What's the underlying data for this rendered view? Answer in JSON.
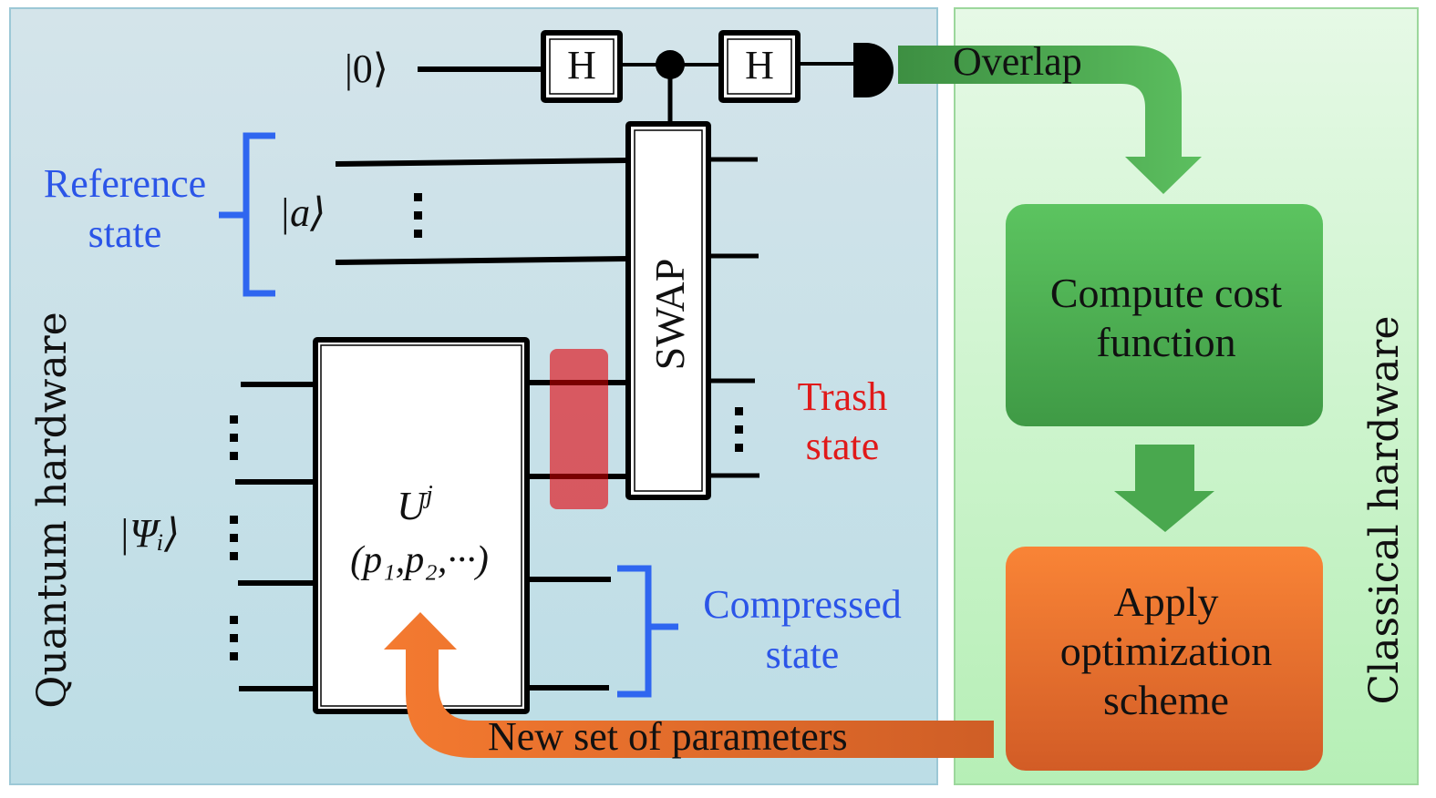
{
  "panels": {
    "quantum": {
      "label": "Quantum hardware",
      "bg_top": "#d3e4ea",
      "bg_bottom": "#bcdde6",
      "border": "#9cc8d6"
    },
    "classical": {
      "label": "Classical hardware",
      "bg_top": "#e6f9e6",
      "bg_bottom": "#b8f0b8",
      "border": "#9cd79c"
    }
  },
  "circuit": {
    "ancilla_label": "|0⟩",
    "gates": {
      "h1": "H",
      "h2": "H",
      "swap": "SWAP"
    },
    "reference_ket": "|a⟩",
    "input_ket": "|Ψᵢ⟩",
    "unitary": {
      "name": "U",
      "superscript": "j",
      "params": "(p₁,p₂,···)"
    }
  },
  "annotations": {
    "reference_state": [
      "Reference",
      "state"
    ],
    "trash_state": [
      "Trash",
      "state"
    ],
    "compressed_state": [
      "Compressed",
      "state"
    ]
  },
  "flow": {
    "overlap": "Overlap",
    "compute_cost": [
      "Compute cost",
      "function"
    ],
    "apply_optimization": [
      "Apply",
      "optimization",
      "scheme"
    ],
    "new_parameters": "New set of parameters"
  },
  "colors": {
    "blue_label": "#2b55e8",
    "red_label": "#e01a1a",
    "green_box": "#4caf50",
    "orange_box": "#f07a2e",
    "trash_highlight": "#d9464d"
  }
}
